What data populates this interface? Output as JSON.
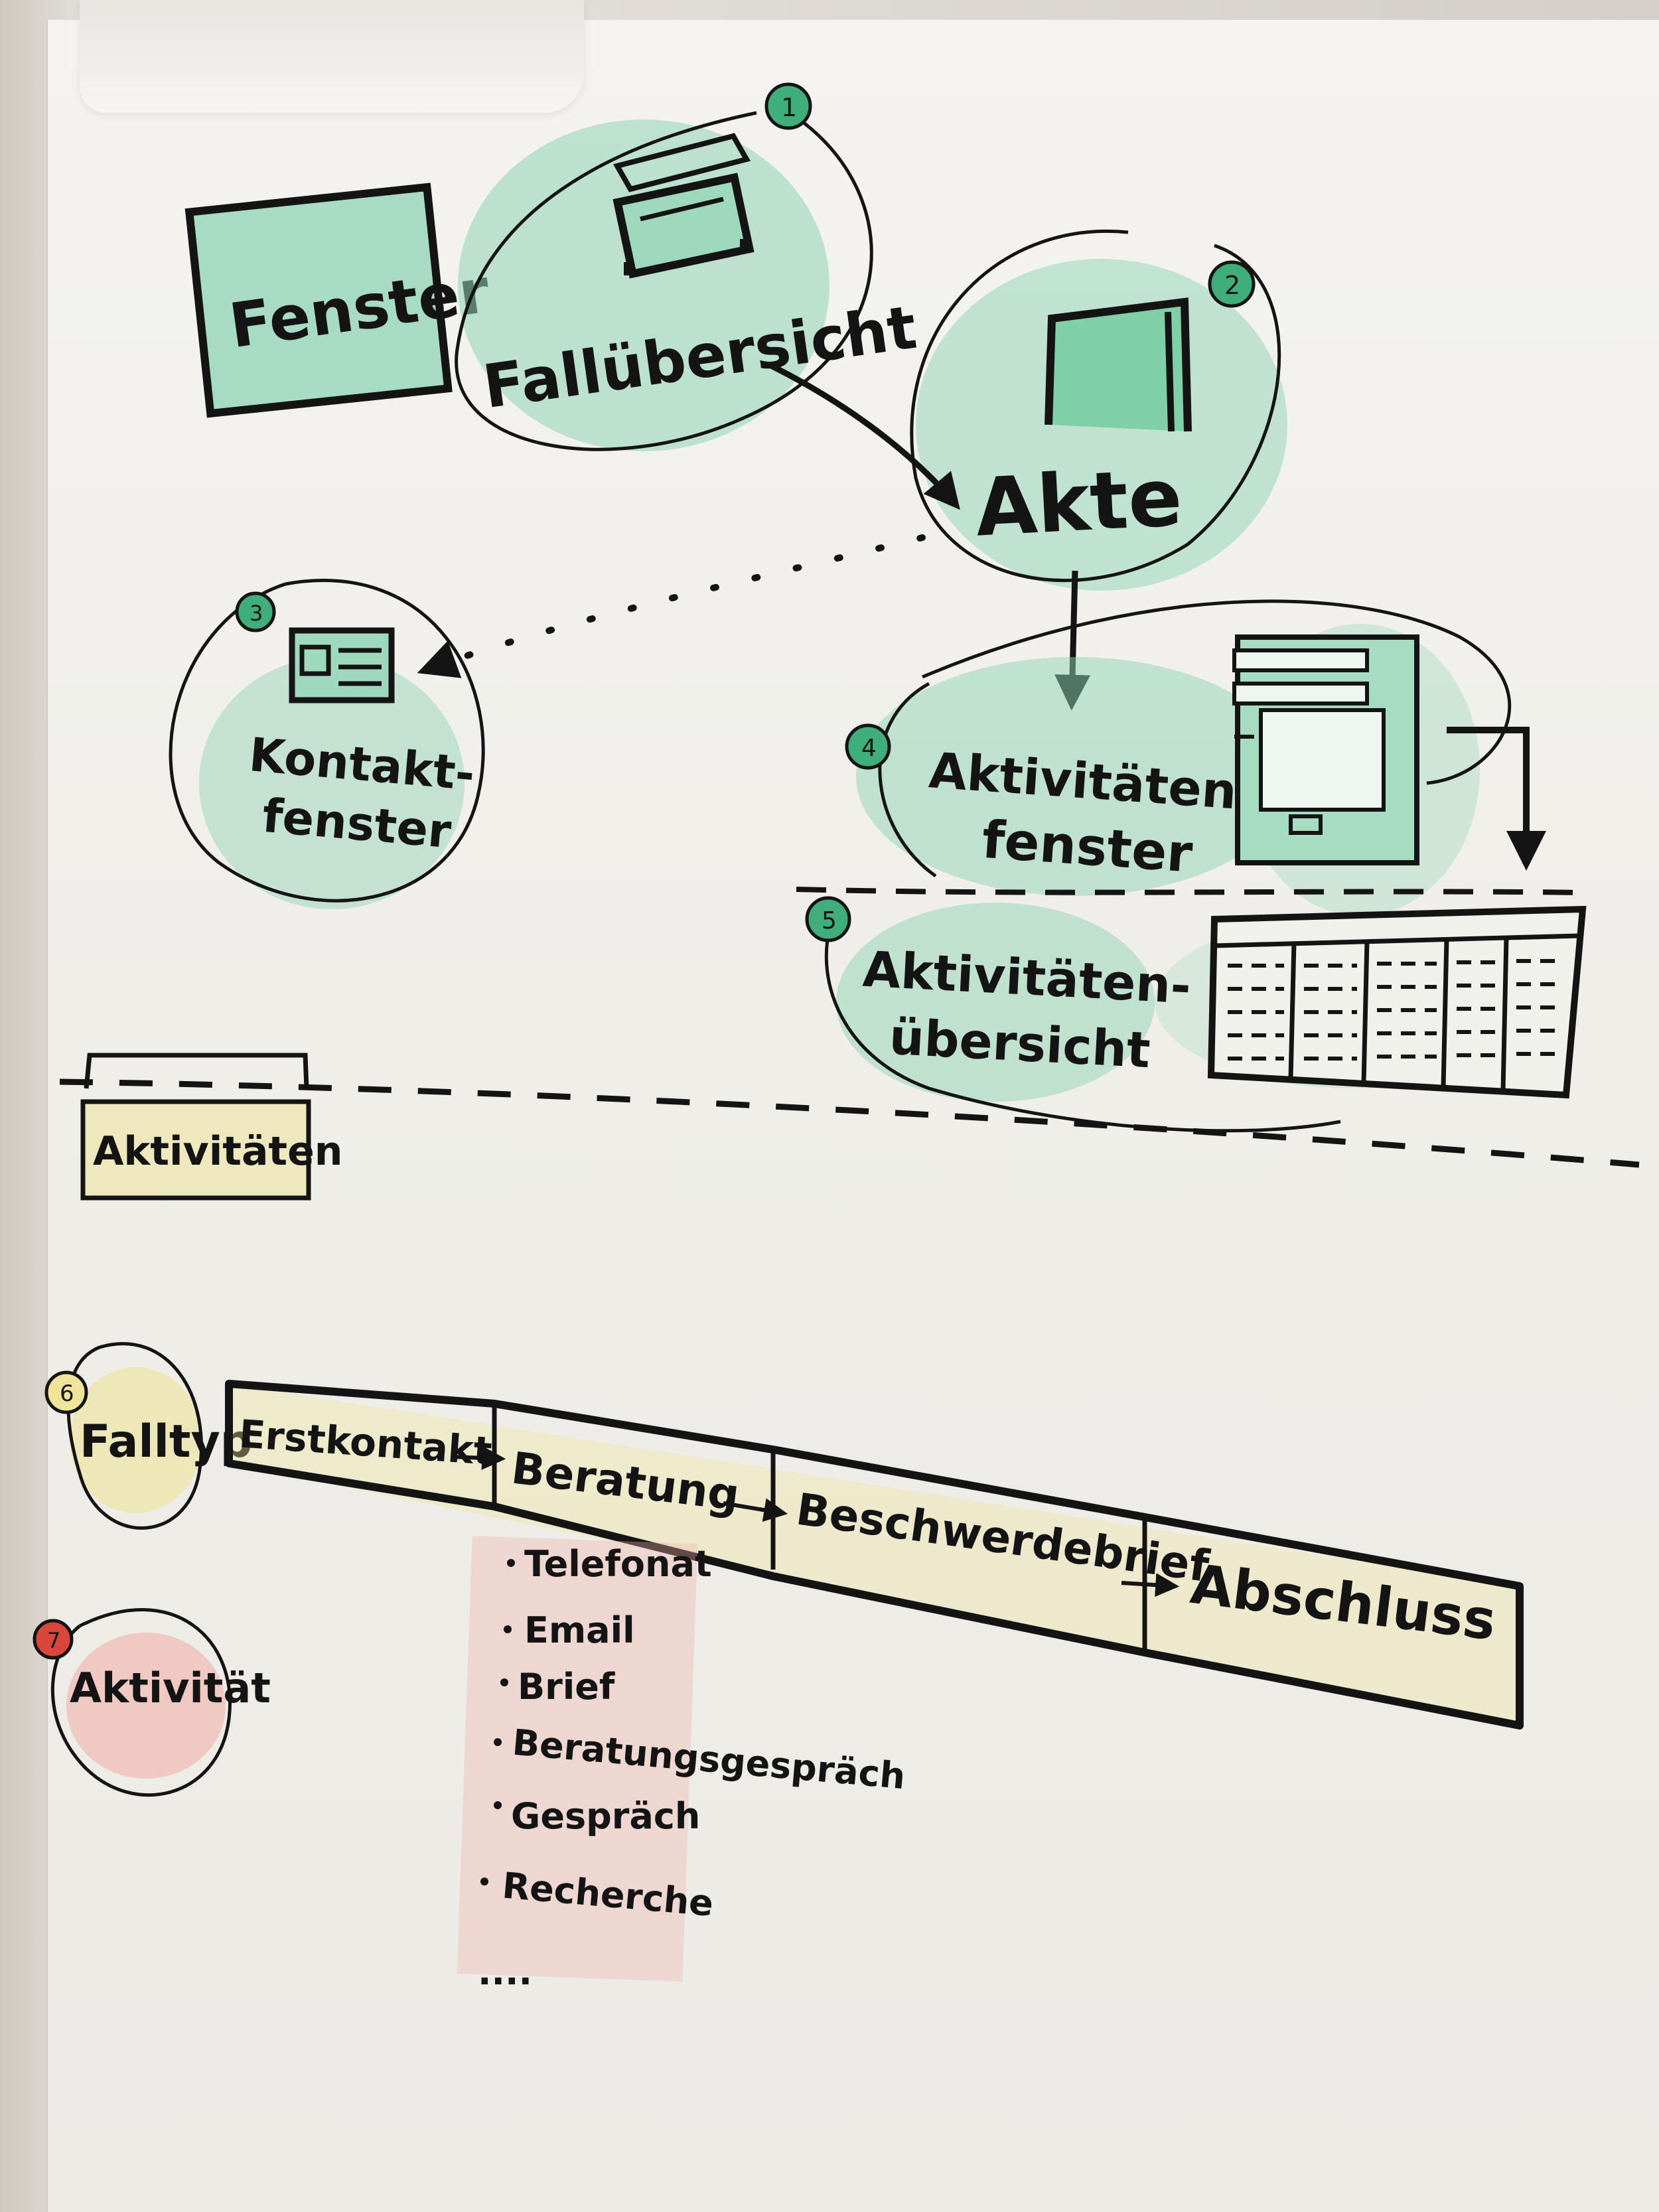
{
  "windows_header": {
    "label": "Fenster"
  },
  "windows": [
    {
      "num": "1",
      "label": "Fallübersicht"
    },
    {
      "num": "2",
      "label": "Akte"
    },
    {
      "num": "3",
      "label_line1": "Kontakt-",
      "label_line2": "fenster"
    },
    {
      "num": "4",
      "label_line1": "Aktivitäten",
      "label_line2": "fenster"
    },
    {
      "num": "5",
      "label_line1": "Aktivitäten-",
      "label_line2": "übersicht"
    }
  ],
  "activities_header": {
    "label": "Aktivitäten"
  },
  "falltyp": {
    "num": "6",
    "label": "Falltyp"
  },
  "aktivitaet": {
    "num": "7",
    "label": "Aktivität"
  },
  "process_steps": [
    "Erstkontakt",
    "Beratung",
    "Beschwerdebrief",
    "Abschluss"
  ],
  "activity_types": [
    "Telefonat",
    "Email",
    "Brief",
    "Beratungsgespräch",
    "Gespräch",
    "Recherche",
    "...."
  ],
  "colors": {
    "green_highlight": "#8fd3b4",
    "yellow_highlight": "#efe49a",
    "red_highlight": "#f2b2aa",
    "marker_black": "#141414",
    "badge_green": "#3fae7a",
    "badge_red": "#d9463c"
  }
}
